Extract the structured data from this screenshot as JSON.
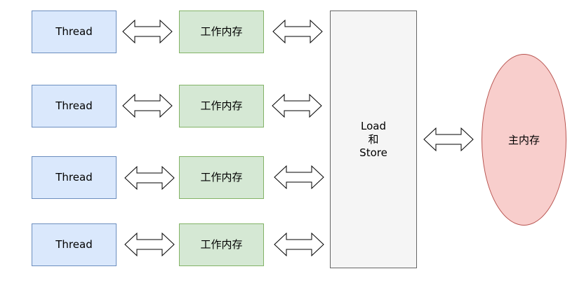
{
  "threads": [
    {
      "label": "Thread"
    },
    {
      "label": "Thread"
    },
    {
      "label": "Thread"
    },
    {
      "label": "Thread"
    }
  ],
  "working_memories": [
    {
      "label": "工作内存"
    },
    {
      "label": "工作内存"
    },
    {
      "label": "工作内存"
    },
    {
      "label": "工作内存"
    }
  ],
  "load_store": {
    "line1": "Load",
    "line2": "和",
    "line3": "Store"
  },
  "main_memory": {
    "label": "主内存"
  },
  "colors": {
    "thread_fill": "#dae8fc",
    "thread_stroke": "#6c8ebf",
    "work_fill": "#d5e8d4",
    "work_stroke": "#82b366",
    "ls_fill": "#f5f5f5",
    "ls_stroke": "#666666",
    "main_fill": "#f8cecc",
    "main_stroke": "#b85450"
  }
}
